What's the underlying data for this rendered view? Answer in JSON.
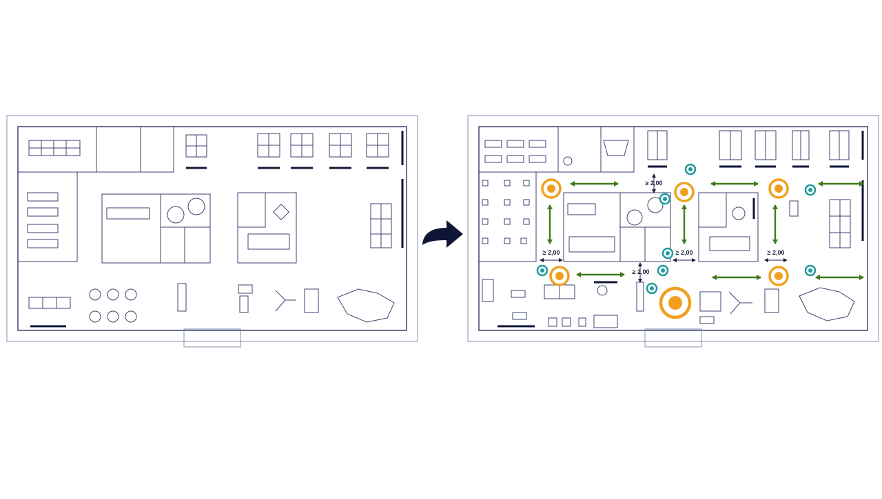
{
  "colors": {
    "line": "#3b4270",
    "wall": "#6b7098",
    "dark": "#0f1535",
    "accent_orange": "#f0a01e",
    "accent_teal": "#1e9a9a",
    "accent_green": "#3f7a1a"
  },
  "icons": {
    "transform_arrow": "curved-right-arrow-icon",
    "assembly_point": "orange-target-icon",
    "access_point": "teal-target-icon",
    "clearance_arrow": "double-arrow-icon"
  },
  "dimensions": {
    "d1": "≥ 2,00",
    "d2": "≥ 2,00",
    "d3": "≥ 2,00",
    "d4": "≥ 2,00",
    "d5": "≥ 2,00"
  }
}
